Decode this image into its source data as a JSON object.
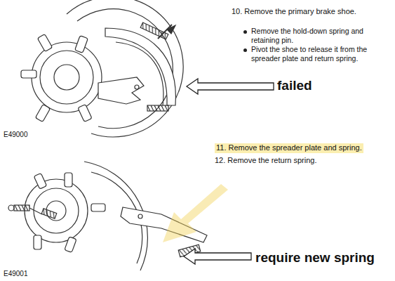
{
  "diagram": {
    "labels": [
      "10. Remove the primary brake shoe.",
      "Remove the hold-down spring and retaining pin.",
      "Pivot the shoe to release it from the spreader plate and return spring.",
      "failed",
      "E49000",
      "11. Remove the spreader plate and spring.",
      "12. Remove the return spring.",
      "require new spring",
      "E49001"
    ]
  }
}
